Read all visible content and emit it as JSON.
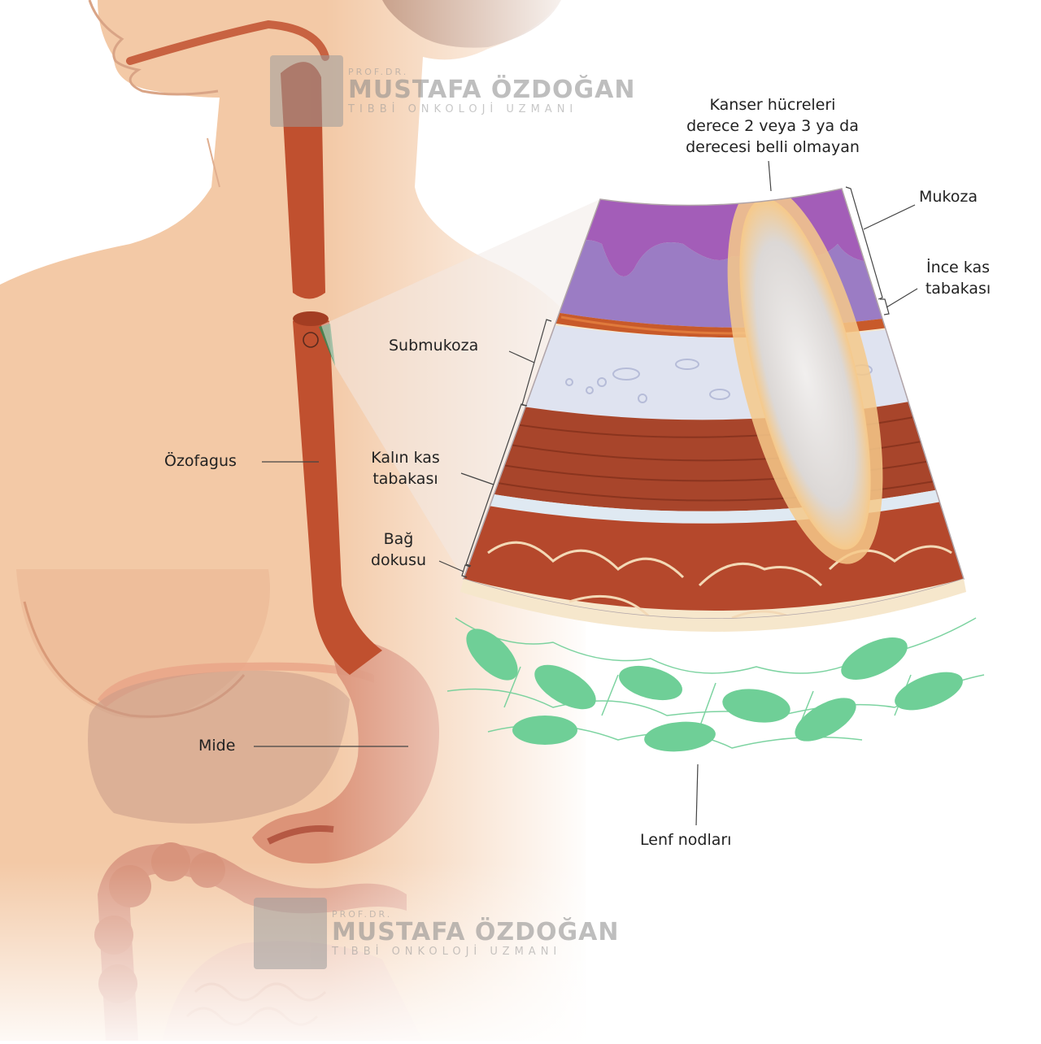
{
  "labels": {
    "cancer_cells": [
      "Kanser hücreleri",
      "derece 2 veya 3 ya da",
      "derecesi belli olmayan"
    ],
    "mukoza": "Mukoza",
    "ince_kas": [
      "İnce kas",
      "tabakası"
    ],
    "submukoza": "Submukoza",
    "kalin_kas": [
      "Kalın kas",
      "tabakası"
    ],
    "bag_dokusu": [
      "Bağ",
      "dokusu"
    ],
    "ozofagus": "Özofagus",
    "mide": "Mide",
    "lenf": "Lenf nodları"
  },
  "watermark": {
    "prefix": "PROF.DR.",
    "name": "MUSTAFA ÖZDOĞAN",
    "subtitle": "TIBBİ ONKOLOJİ UZMANI"
  },
  "colors": {
    "skin": "#f3c9a6",
    "esophagus": "#c0502f",
    "mucosa": "#9b7cc4",
    "mucosa_top": "#a35db8",
    "submucosa": "#dfe3f0",
    "muscle": "#a8452b",
    "muscle_dark": "#8c3520",
    "connective": "#f6e7cc",
    "tumor": "#e9e6e4",
    "tumor_glow": "#f6c98a",
    "lymph": "#6fcf97",
    "leader": "#444444"
  }
}
